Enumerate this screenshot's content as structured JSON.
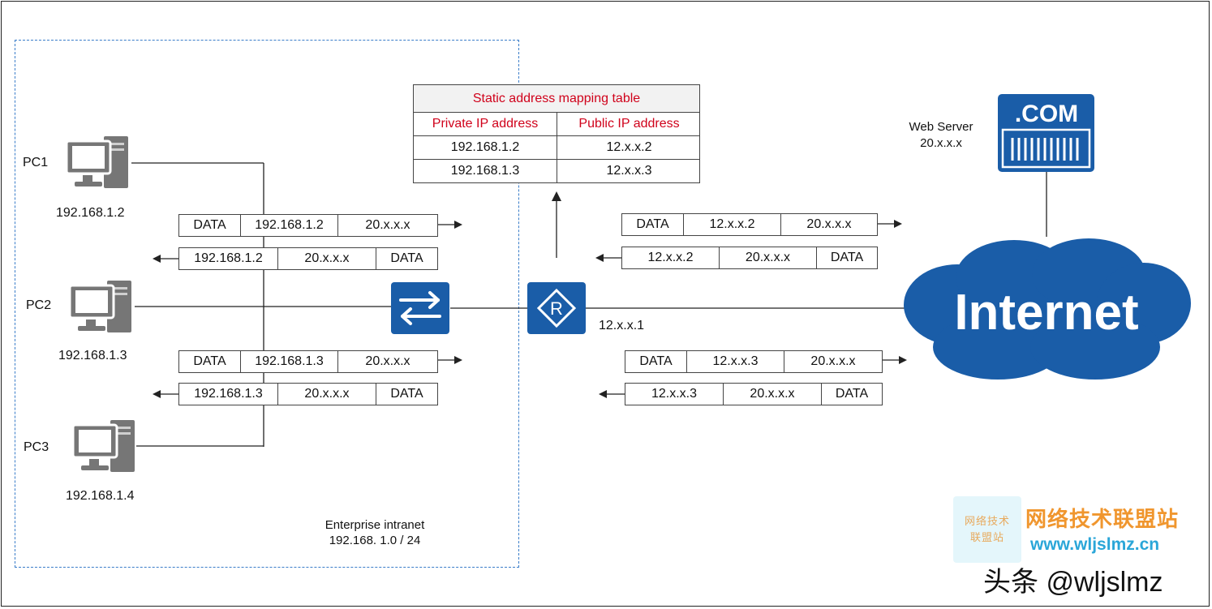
{
  "pcs": [
    {
      "name": "PC1",
      "ip": "192.168.1.2"
    },
    {
      "name": "PC2",
      "ip": "192.168.1.3"
    },
    {
      "name": "PC3",
      "ip": "192.168.1.4"
    }
  ],
  "mapping_table": {
    "title": "Static address mapping table",
    "headers": [
      "Private IP address",
      "Public IP address"
    ],
    "rows": [
      [
        "192.168.1.2",
        "12.x.x.2"
      ],
      [
        "192.168.1.3",
        "12.x.x.3"
      ]
    ]
  },
  "packets": {
    "left_out_1": [
      "DATA",
      "192.168.1.2",
      "20.x.x.x"
    ],
    "left_in_1": [
      "192.168.1.2",
      "20.x.x.x",
      "DATA"
    ],
    "left_out_2": [
      "DATA",
      "192.168.1.3",
      "20.x.x.x"
    ],
    "left_in_2": [
      "192.168.1.3",
      "20.x.x.x",
      "DATA"
    ],
    "right_out_1": [
      "DATA",
      "12.x.x.2",
      "20.x.x.x"
    ],
    "right_in_1": [
      "12.x.x.2",
      "20.x.x.x",
      "DATA"
    ],
    "right_out_2": [
      "DATA",
      "12.x.x.3",
      "20.x.x.x"
    ],
    "right_in_2": [
      "12.x.x.3",
      "20.x.x.x",
      "DATA"
    ]
  },
  "router": {
    "ip": "12.x.x.1",
    "glyph": "R"
  },
  "web_server": {
    "label": "Web Server",
    "ip": "20.x.x.x",
    "badge": ".COM"
  },
  "internet_label": "Internet",
  "intranet": {
    "name": "Enterprise intranet",
    "subnet": "192.168. 1.0 / 24"
  },
  "watermark": {
    "logo_line1": "网络技术",
    "logo_line2": "联盟站",
    "title": "网络技术联盟站",
    "url": "www.wljslmz.cn",
    "handle": "头条 @wljslmz"
  },
  "colors": {
    "device_blue": "#1a5da8",
    "table_red": "#d0021b",
    "zone_border": "#3a7dc9",
    "pc_gray": "#767676"
  }
}
